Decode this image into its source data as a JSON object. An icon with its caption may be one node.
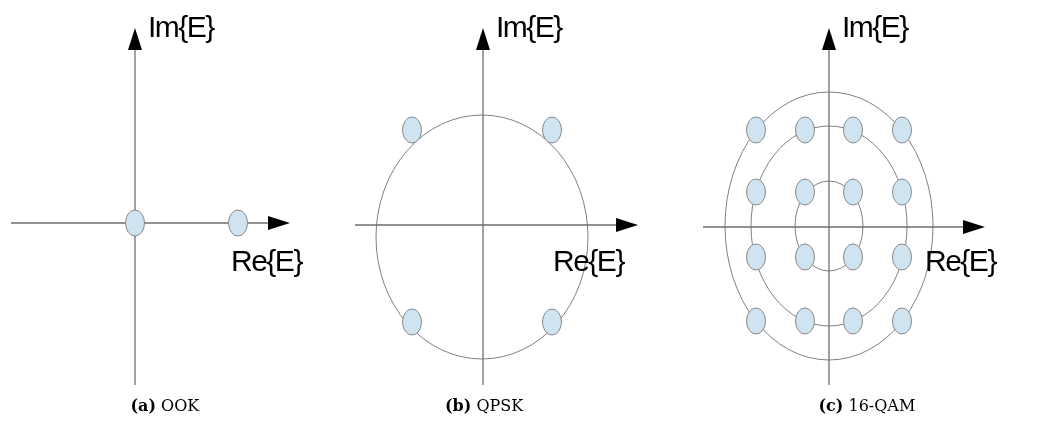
{
  "diagram": {
    "labels": [
      "Im{E}",
      "Re{E}",
      "**(a)** OOK",
      "Im{E}",
      "Re{E}",
      "**(b)** QPSK",
      "Im{E}",
      "Re{E}",
      "**(c)** 16-QAM"
    ]
  }
}
